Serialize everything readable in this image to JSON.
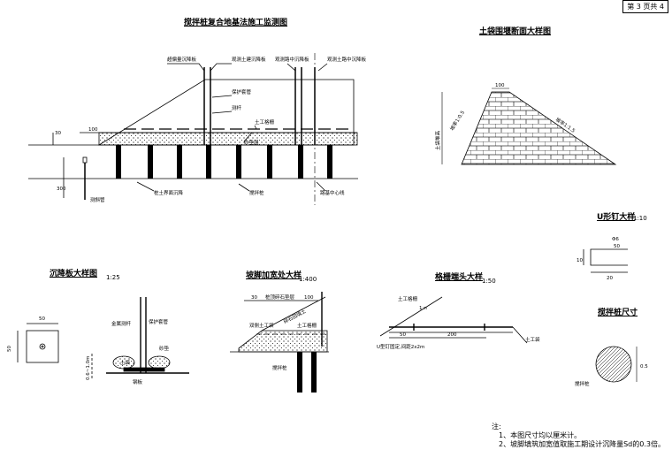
{
  "page": {
    "number_label": "第 3 页共 4"
  },
  "main": {
    "title": "搅拌桩复合地基法施工监测图",
    "labels": {
      "settle_plate_1": "超偏量沉降板",
      "settle_plate_2": "观测土建沉降板",
      "settle_plate_3": "观测路中沉降板",
      "settle_plate_4": "观测土路中沉降板",
      "protect_pipe": "保护套管",
      "steel_pipe": "测杆",
      "geo": "土工格栅",
      "cushion": "砂垫层",
      "pile_top": "桩土界面沉降",
      "pile": "搅拌桩",
      "pile_center": "路基中心线",
      "inclino": "测斜管",
      "dim_30": "30",
      "dim_100": "100",
      "dim_300": "300"
    }
  },
  "sandbag": {
    "title": "土袋围堰断面大样图",
    "labels": {
      "top": "100",
      "left_slope": "坡率1:0.5",
      "right_slope": "坡率1:1.5",
      "height": "土袋堆高"
    }
  },
  "u_nail": {
    "title": "U形钉大样",
    "scale": "1:10",
    "labels": {
      "phi": "Φ6",
      "d50": "50",
      "d10": "10",
      "d20": "20"
    }
  },
  "pile_size": {
    "title": "搅拌桩尺寸",
    "labels": {
      "d": "0.5",
      "name": "搅拌桩"
    }
  },
  "settle_plate": {
    "title": "沉降板大样图",
    "scale": "1:25",
    "labels": {
      "w": "50",
      "h": "50",
      "pipe": "金属测杆",
      "cover": "保护套管",
      "sand": "土袋",
      "gravel": "砂垫",
      "plate": "钢板",
      "depth": "0.6~1.0m"
    }
  },
  "toe": {
    "title": "坡脚加宽处大样",
    "scale": "1:400",
    "labels": {
      "d30": "30",
      "d100": "100",
      "gravel": "双侧土工袋",
      "backfill": "碎石回填土",
      "geo": "土工格栅",
      "pile": "搅拌桩",
      "slope": "桩顶碎石垫层"
    }
  },
  "anchor": {
    "title": "格栅端头大样",
    "scale": "1:50",
    "labels": {
      "geo": "土工格栅",
      "slope": "1:n",
      "d50": "50",
      "d200": "200",
      "u": "U型钉固定,间距2x2m",
      "sandbag": "土工袋"
    }
  },
  "notes": {
    "head": "注:",
    "lines": [
      "1、本图尺寸均以厘米计。",
      "2、坡脚填筑加宽值取施工期设计沉降量Sd的0.3倍。"
    ]
  }
}
